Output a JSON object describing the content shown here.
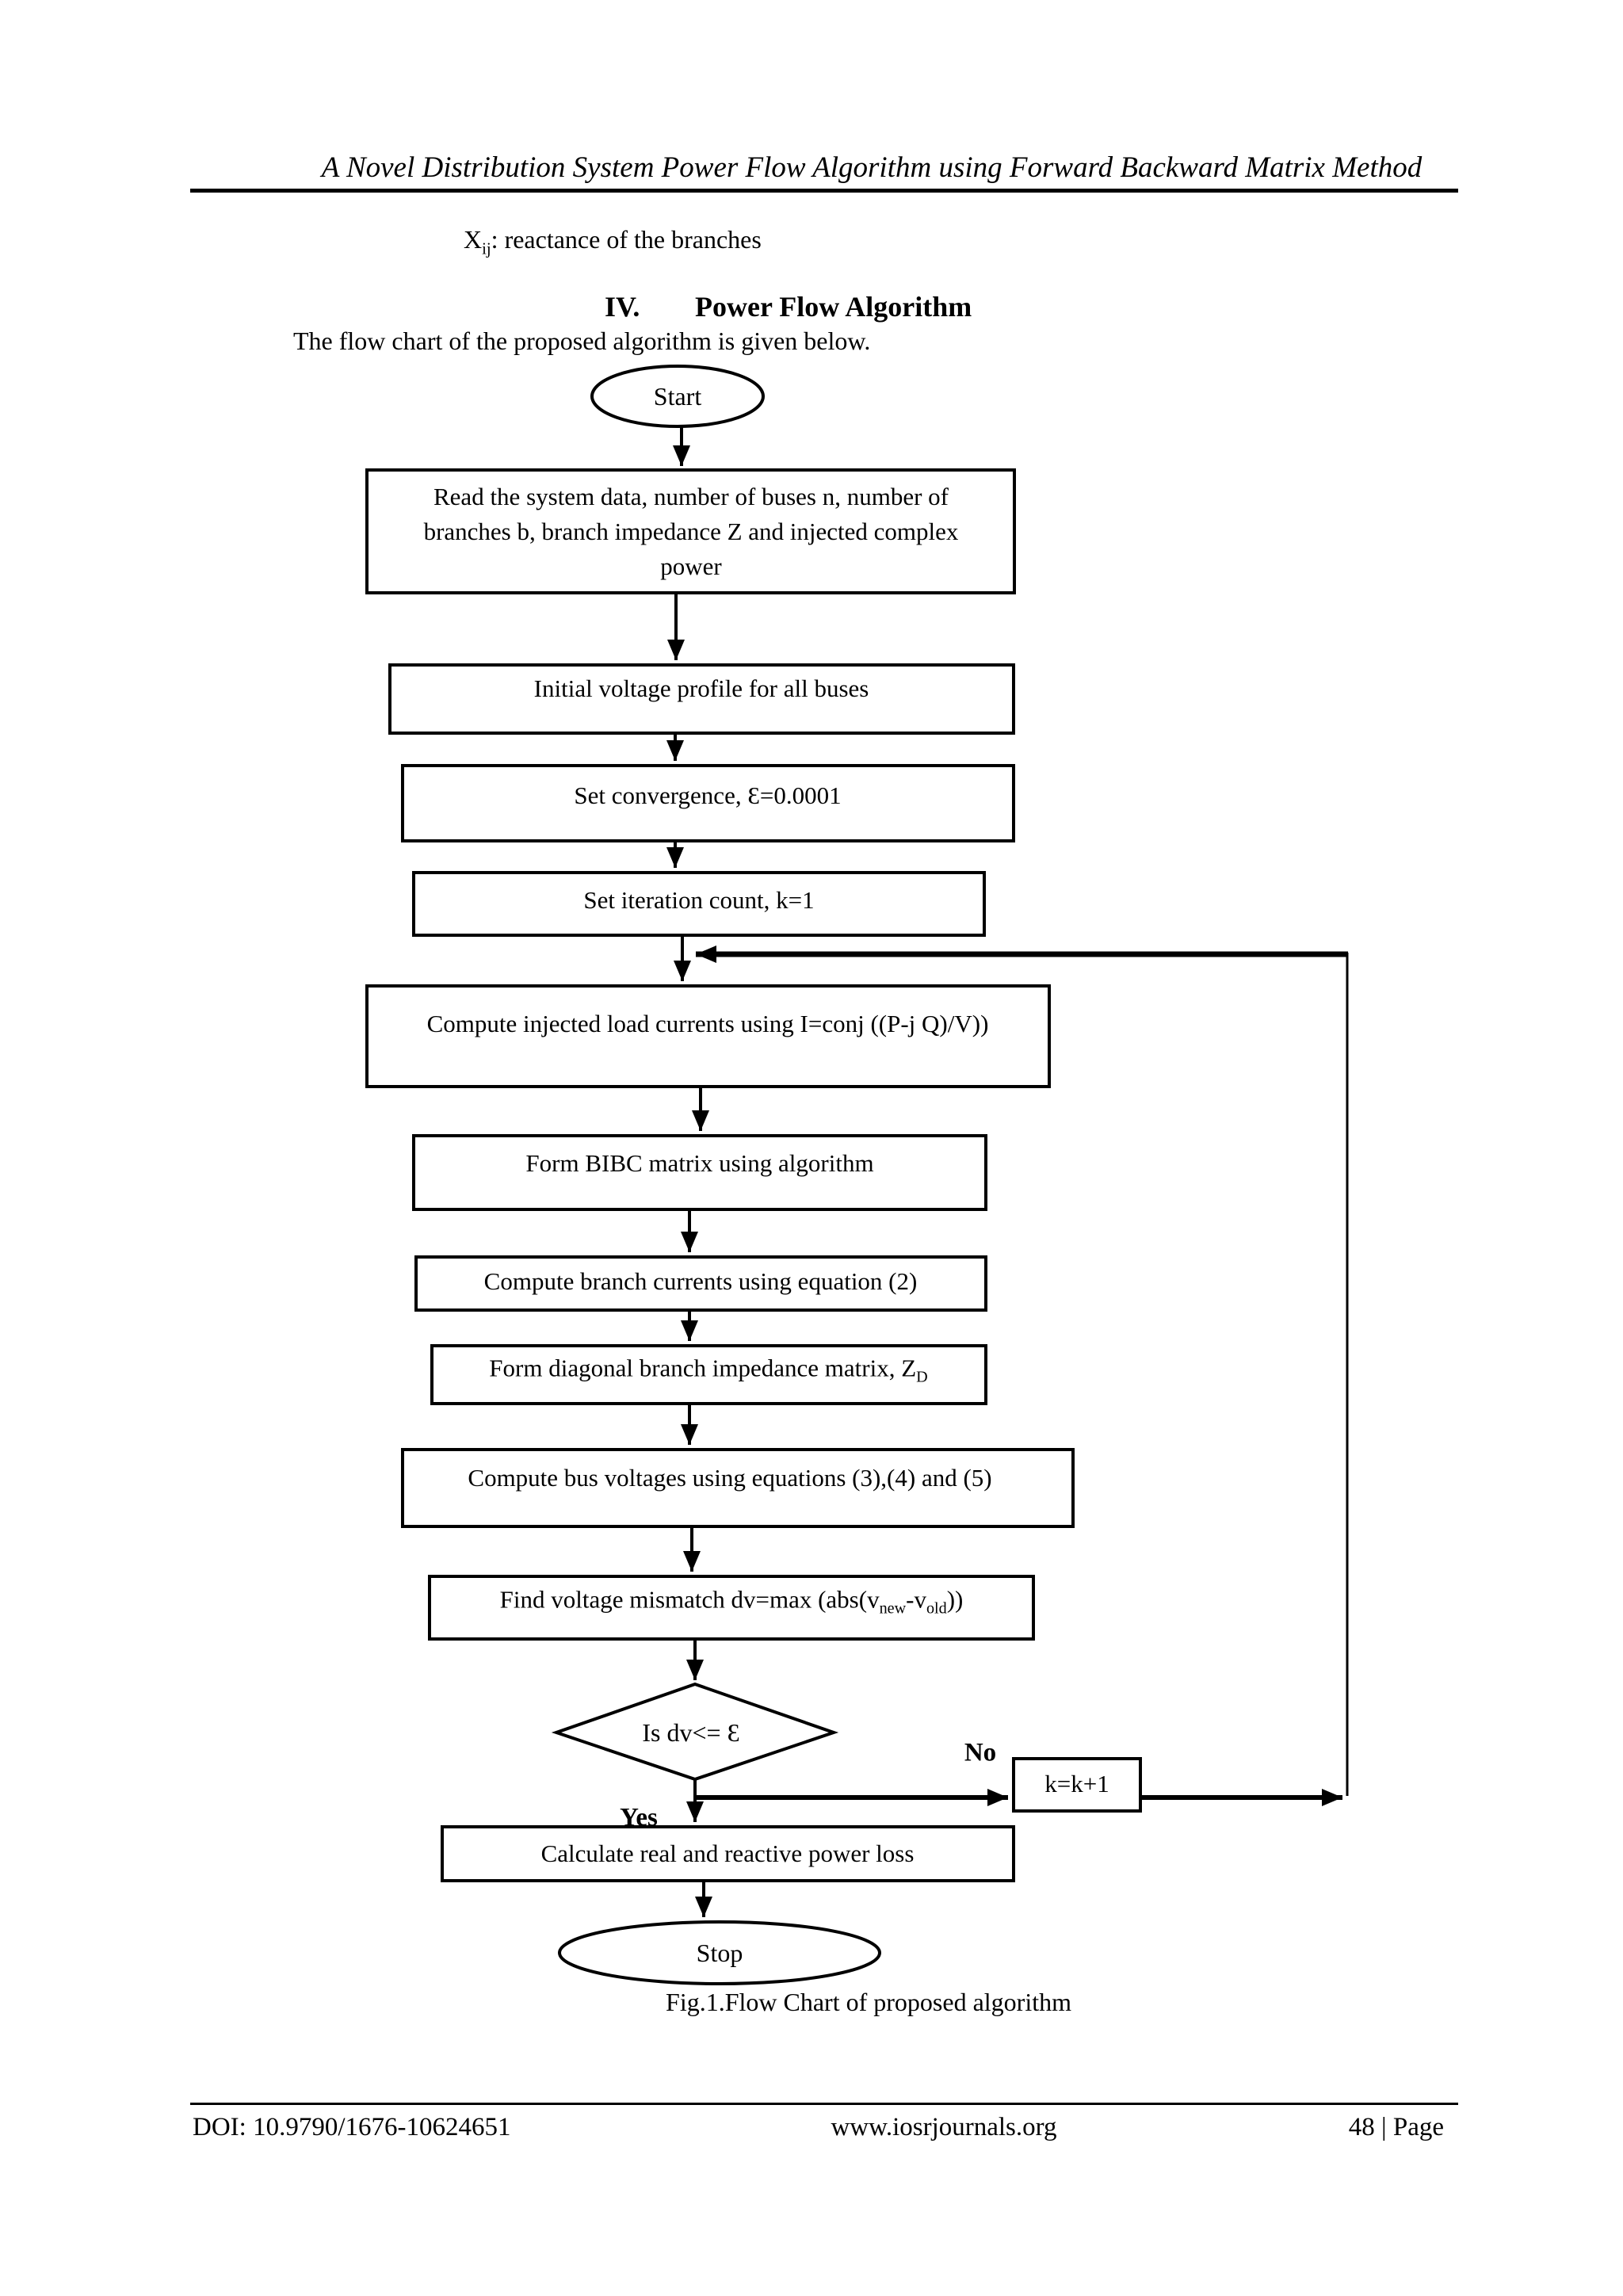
{
  "colors": {
    "ink": "#000000",
    "paper": "#ffffff"
  },
  "header": {
    "title": "A Novel Distribution System Power Flow Algorithm using Forward Backward Matrix Method"
  },
  "intro": {
    "xij_base": "X",
    "xij_sub": "ij",
    "xij_rest": ": reactance of the branches",
    "section_number": "IV.",
    "section_title": "Power Flow Algorithm",
    "para": "The flow chart of the proposed algorithm is given below."
  },
  "flowchart": {
    "start": "Start",
    "box1_line1": "Read the system data, number of buses n, number of",
    "box1_line2": "branches b, branch impedance Z and injected complex",
    "box1_line3": "power",
    "box2": "Initial voltage profile for all buses",
    "box3": "Set convergence, Ɛ=0.0001",
    "box4": "Set iteration count, k=1",
    "box5": "Compute injected load currents using I=conj ((P-j Q)/V))",
    "box6": "Form BIBC matrix using algorithm",
    "box7": "Compute branch currents using equation (2)",
    "box8_main": "Form diagonal branch impedance matrix, Z",
    "box8_sub": "D",
    "box9": "Compute bus voltages using equations (3),(4) and (5)",
    "box10_p1": "Find voltage mismatch dv=max (abs(v",
    "box10_sub1": "new",
    "box10_p2": "-v",
    "box10_sub2": "old",
    "box10_p3": "))",
    "decision": "Is dv<= Ɛ",
    "no_label": "No",
    "yes_label": "Yes",
    "kbox": "k=k+1",
    "box11": "Calculate real and reactive power loss",
    "stop": "Stop",
    "caption": "Fig.1.Flow Chart of proposed algorithm"
  },
  "footer": {
    "doi": "DOI: 10.9790/1676-10624651",
    "url": "www.iosrjournals.org",
    "page": "48 | Page"
  }
}
